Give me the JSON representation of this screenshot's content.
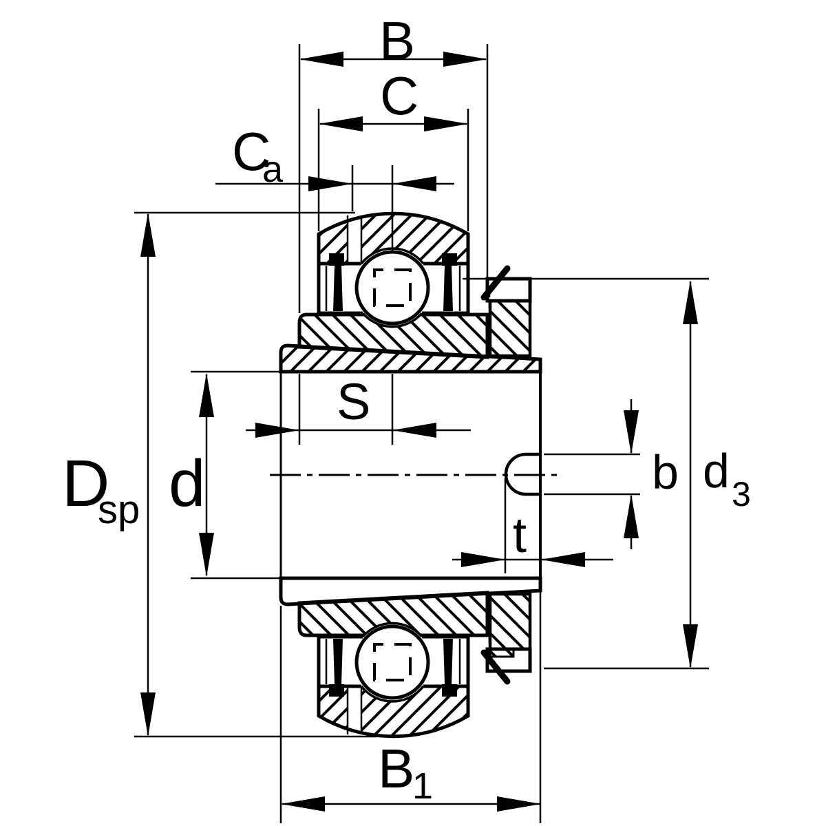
{
  "drawing": {
    "description": "technical cross-section drawing of a radial insert ball bearing with adapter sleeve and locking collar",
    "background_color": "#ffffff",
    "line_color": "#000000",
    "labels": {
      "B": "B",
      "C": "C",
      "Ca_base": "C",
      "Ca_sub": "a",
      "S": "S",
      "Dsp_base": "D",
      "Dsp_sub": "sp",
      "d": "d",
      "b": "b",
      "d3_base": "d",
      "d3_sub": "3",
      "t": "t",
      "B1_base": "B",
      "B1_sub": "1"
    }
  }
}
